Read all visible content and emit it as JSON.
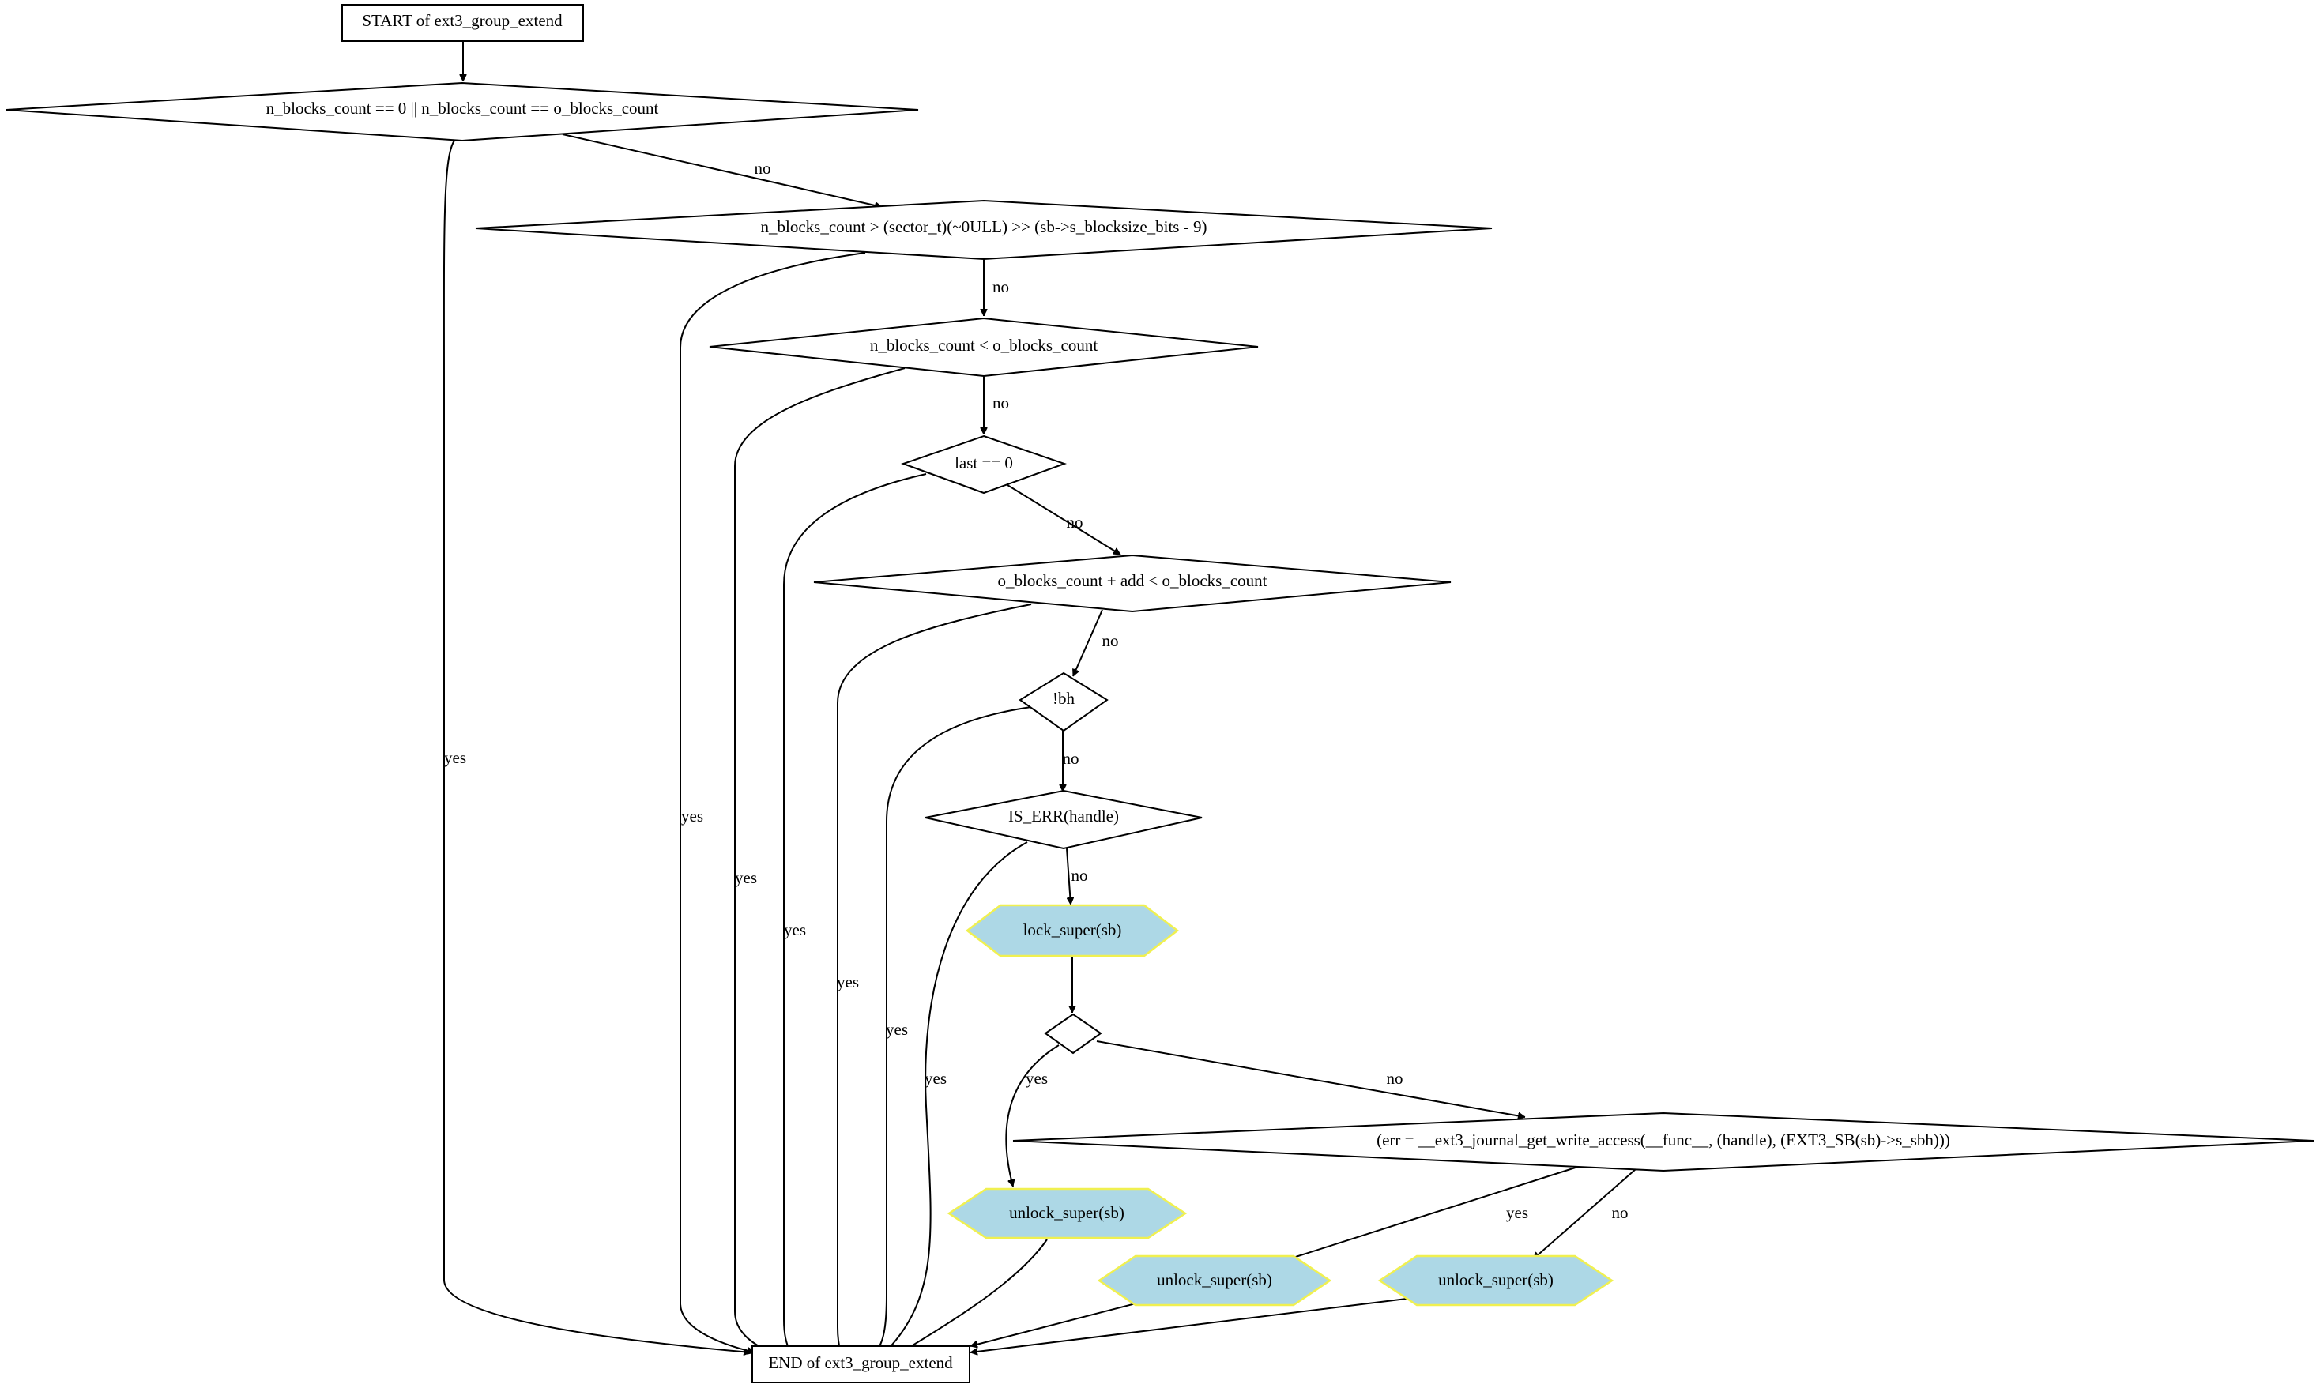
{
  "nodes": [
    {
      "id": "start",
      "label": "START of ext3_group_extend",
      "shape": "box"
    },
    {
      "id": "c1",
      "label": "n_blocks_count == 0 || n_blocks_count == o_blocks_count",
      "shape": "diamond"
    },
    {
      "id": "c2",
      "label": "n_blocks_count > (sector_t)(~0ULL) >> (sb->s_blocksize_bits - 9)",
      "shape": "diamond"
    },
    {
      "id": "c3",
      "label": "n_blocks_count < o_blocks_count",
      "shape": "diamond"
    },
    {
      "id": "c4",
      "label": "last == 0",
      "shape": "diamond"
    },
    {
      "id": "c5",
      "label": "o_blocks_count + add < o_blocks_count",
      "shape": "diamond"
    },
    {
      "id": "c6",
      "label": "!bh",
      "shape": "diamond"
    },
    {
      "id": "c7",
      "label": "IS_ERR(handle)",
      "shape": "diamond"
    },
    {
      "id": "a1",
      "label": "lock_super(sb)",
      "shape": "hexagon"
    },
    {
      "id": "c8",
      "label": "",
      "shape": "diamond"
    },
    {
      "id": "c9",
      "label": "(err = __ext3_journal_get_write_access(__func__, (handle), (EXT3_SB(sb)->s_sbh)))",
      "shape": "diamond"
    },
    {
      "id": "a2",
      "label": "unlock_super(sb)",
      "shape": "hexagon"
    },
    {
      "id": "a3",
      "label": "unlock_super(sb)",
      "shape": "hexagon"
    },
    {
      "id": "a4",
      "label": "unlock_super(sb)",
      "shape": "hexagon"
    },
    {
      "id": "end",
      "label": "END of ext3_group_extend",
      "shape": "box"
    }
  ],
  "edges": [
    {
      "from": "start",
      "to": "c1",
      "label": ""
    },
    {
      "from": "c1",
      "to": "c2",
      "label": "no"
    },
    {
      "from": "c1",
      "to": "end",
      "label": "yes"
    },
    {
      "from": "c2",
      "to": "c3",
      "label": "no"
    },
    {
      "from": "c2",
      "to": "end",
      "label": "yes"
    },
    {
      "from": "c3",
      "to": "c4",
      "label": "no"
    },
    {
      "from": "c3",
      "to": "end",
      "label": "yes"
    },
    {
      "from": "c4",
      "to": "c5",
      "label": "no"
    },
    {
      "from": "c4",
      "to": "end",
      "label": "yes"
    },
    {
      "from": "c5",
      "to": "c6",
      "label": "no"
    },
    {
      "from": "c5",
      "to": "end",
      "label": "yes"
    },
    {
      "from": "c6",
      "to": "c7",
      "label": "no"
    },
    {
      "from": "c6",
      "to": "end",
      "label": "yes"
    },
    {
      "from": "c7",
      "to": "a1",
      "label": "no"
    },
    {
      "from": "c7",
      "to": "end",
      "label": "yes"
    },
    {
      "from": "a1",
      "to": "c8",
      "label": ""
    },
    {
      "from": "c8",
      "to": "a2",
      "label": "yes"
    },
    {
      "from": "c8",
      "to": "c9",
      "label": "no"
    },
    {
      "from": "c9",
      "to": "a3",
      "label": "yes"
    },
    {
      "from": "c9",
      "to": "a4",
      "label": "no"
    },
    {
      "from": "a2",
      "to": "end",
      "label": ""
    },
    {
      "from": "a3",
      "to": "end",
      "label": ""
    },
    {
      "from": "a4",
      "to": "end",
      "label": ""
    }
  ],
  "colors": {
    "action_fill": "#add8e6",
    "action_stroke": "#f0f050",
    "line": "#000000",
    "background": "#ffffff"
  }
}
